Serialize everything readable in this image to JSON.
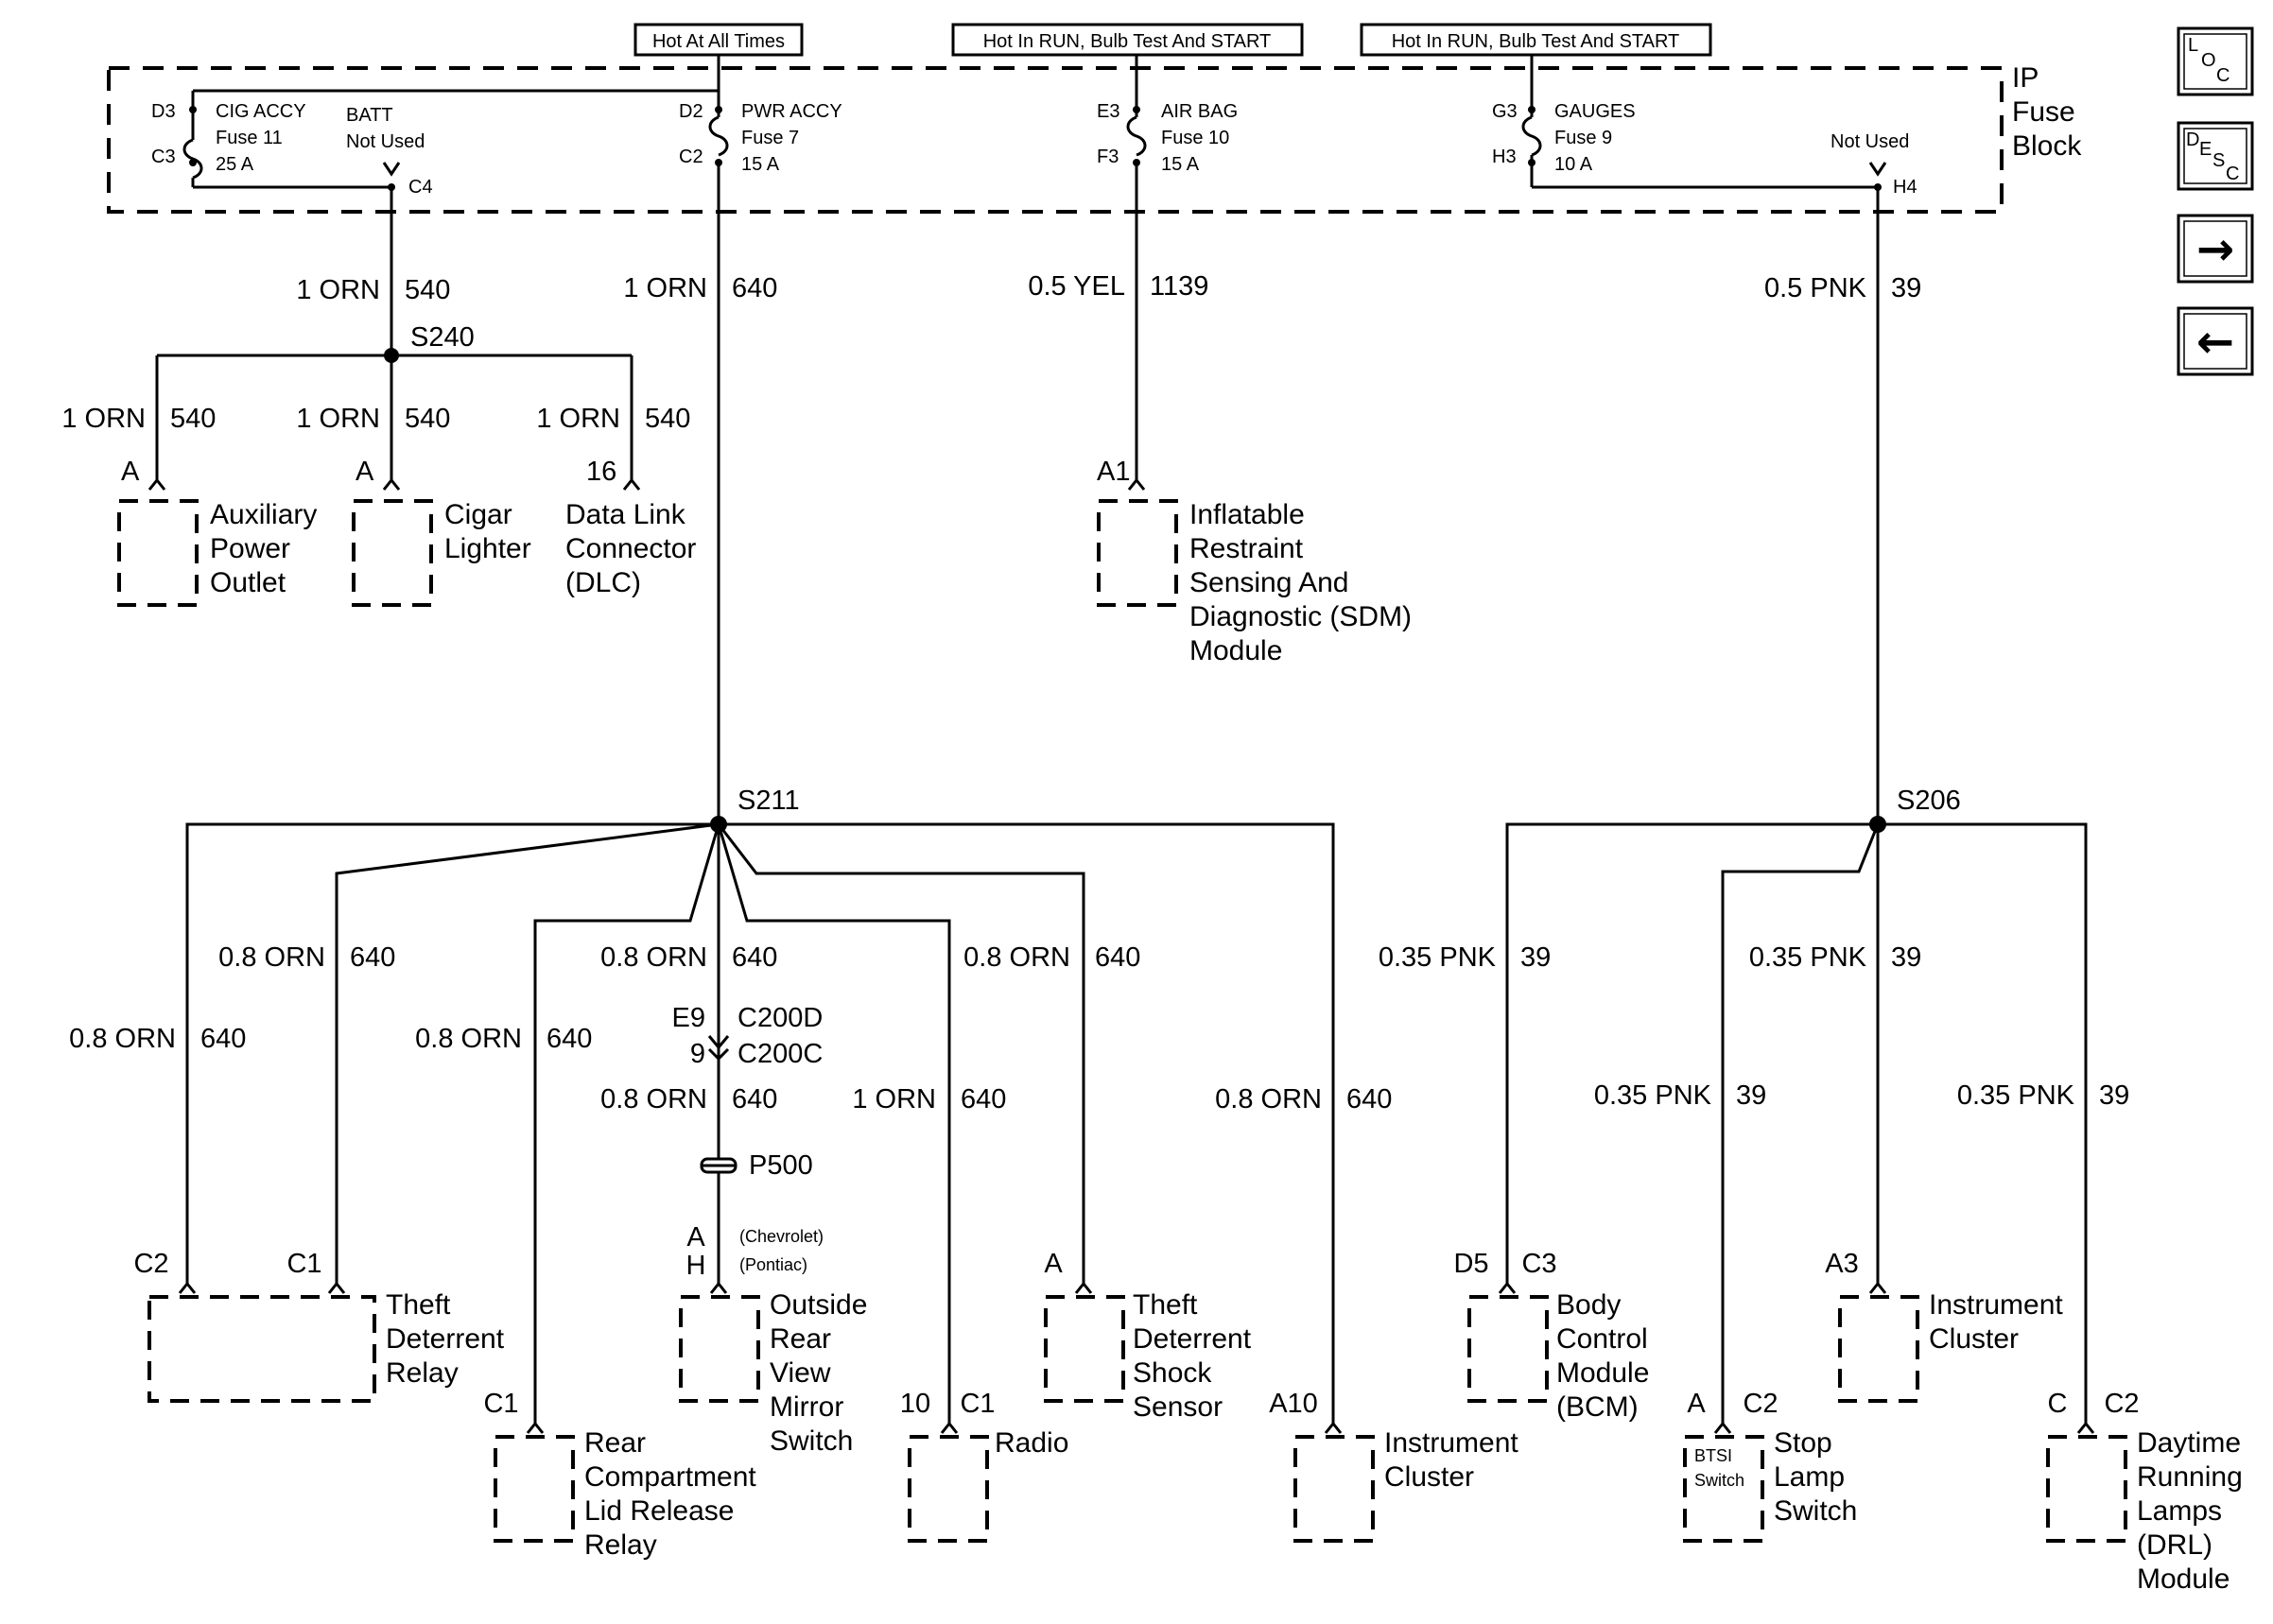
{
  "headers": [
    "Hot At All Times",
    "Hot In RUN, Bulb Test And START",
    "Hot In RUN, Bulb Test And START"
  ],
  "fuse_block": {
    "line1": "IP",
    "line2": "Fuse",
    "line3": "Block"
  },
  "fuses": {
    "cig": {
      "top_pin": "D3",
      "bottom_pin": "C3",
      "name": "CIG ACCY",
      "fuse": "Fuse 11",
      "amps": "25 A"
    },
    "batt": {
      "name": "BATT",
      "status": "Not Used",
      "pin": "C4"
    },
    "pwr": {
      "top_pin": "D2",
      "bottom_pin": "C2",
      "name": "PWR ACCY",
      "fuse": "Fuse 7",
      "amps": "15 A"
    },
    "air": {
      "top_pin": "E3",
      "bottom_pin": "F3",
      "name": "AIR BAG",
      "fuse": "Fuse 10",
      "amps": "15 A"
    },
    "gauges": {
      "top_pin": "G3",
      "bottom_pin": "H3",
      "name": "GAUGES",
      "fuse": "Fuse 9",
      "amps": "10 A"
    },
    "notused_right": {
      "status": "Not Used",
      "pin": "H4"
    }
  },
  "wires": {
    "w1": {
      "size": "1 ORN",
      "circuit": "540"
    },
    "w2": {
      "size": "1 ORN",
      "circuit": "640"
    },
    "w3": {
      "size": "0.5 YEL",
      "circuit": "1139"
    },
    "w4": {
      "size": "0.5 PNK",
      "circuit": "39"
    },
    "aux": {
      "size": "1 ORN",
      "circuit": "540"
    },
    "cigar": {
      "size": "1 ORN",
      "circuit": "540"
    },
    "dlc": {
      "size": "1 ORN",
      "circuit": "540"
    },
    "td_c2": {
      "size": "0.8 ORN",
      "circuit": "640"
    },
    "td_c1": {
      "size": "0.8 ORN",
      "circuit": "640"
    },
    "rear_comp": {
      "size": "0.8 ORN",
      "circuit": "640"
    },
    "mirror_top": {
      "size": "0.8 ORN",
      "circuit": "640"
    },
    "mirror_bottom": {
      "size": "0.8 ORN",
      "circuit": "640"
    },
    "radio": {
      "size": "1 ORN",
      "circuit": "640"
    },
    "shock": {
      "size": "0.8 ORN",
      "circuit": "640"
    },
    "ic_a10": {
      "size": "0.8 ORN",
      "circuit": "640"
    },
    "bcm": {
      "size": "0.35 PNK",
      "circuit": "39"
    },
    "stop": {
      "size": "0.35 PNK",
      "circuit": "39"
    },
    "ic_a3": {
      "size": "0.35 PNK",
      "circuit": "39"
    },
    "drl": {
      "size": "0.35 PNK",
      "circuit": "39"
    }
  },
  "splices": {
    "s240": "S240",
    "s211": "S211",
    "s206": "S206"
  },
  "connectors": {
    "c200d_pin": "E9",
    "c200d": "C200D",
    "c200c_pin": "9",
    "c200c": "C200C",
    "p500": "P500",
    "chev_pin": "A",
    "chev": "(Chevrolet)",
    "pont_pin": "H",
    "pont": "(Pontiac)"
  },
  "components": {
    "aux": {
      "pin": "A",
      "lines": [
        "Auxiliary",
        "Power",
        "Outlet"
      ]
    },
    "cigar": {
      "pin": "A",
      "lines": [
        "Cigar",
        "Lighter"
      ]
    },
    "dlc": {
      "pin": "16",
      "lines": [
        "Data Link",
        "Connector",
        "(DLC)"
      ]
    },
    "sdm": {
      "pin": "A1",
      "lines": [
        "Inflatable",
        "Restraint",
        "Sensing And",
        "Diagnostic (SDM)",
        "Module"
      ]
    },
    "theft_relay": {
      "pin_c2": "C2",
      "pin_c1": "C1",
      "lines": [
        "Theft",
        "Deterrent",
        "Relay"
      ]
    },
    "rear_comp": {
      "connector": "C1",
      "lines": [
        "Rear",
        "Compartment",
        "Lid Release",
        "Relay"
      ]
    },
    "mirror": {
      "lines": [
        "Outside",
        "Rear",
        "View",
        "Mirror",
        "Switch"
      ]
    },
    "radio": {
      "pin": "10",
      "connector": "C1",
      "lines": [
        "Radio"
      ]
    },
    "shock": {
      "pin": "A",
      "lines": [
        "Theft",
        "Deterrent",
        "Shock",
        "Sensor"
      ]
    },
    "ic_left": {
      "pin": "A10",
      "lines": [
        "Instrument",
        "Cluster"
      ]
    },
    "bcm": {
      "pin": "D5",
      "connector": "C3",
      "lines": [
        "Body",
        "Control",
        "Module",
        "(BCM)"
      ]
    },
    "stop": {
      "pin": "A",
      "connector": "C2",
      "inner": [
        "BTSI",
        "Switch"
      ],
      "lines": [
        "Stop",
        "Lamp",
        "Switch"
      ]
    },
    "ic_right": {
      "pin": "A3",
      "lines": [
        "Instrument",
        "Cluster"
      ]
    },
    "drl": {
      "pin": "C",
      "connector": "C2",
      "lines": [
        "Daytime",
        "Running",
        "Lamps",
        "(DRL)",
        "Module"
      ]
    }
  },
  "nav": {
    "loc": {
      "a": "L",
      "b": "O",
      "c": "C"
    },
    "desc": {
      "a": "D",
      "b": "E",
      "c": "S",
      "d": "C"
    },
    "next": "→",
    "prev": "←"
  }
}
